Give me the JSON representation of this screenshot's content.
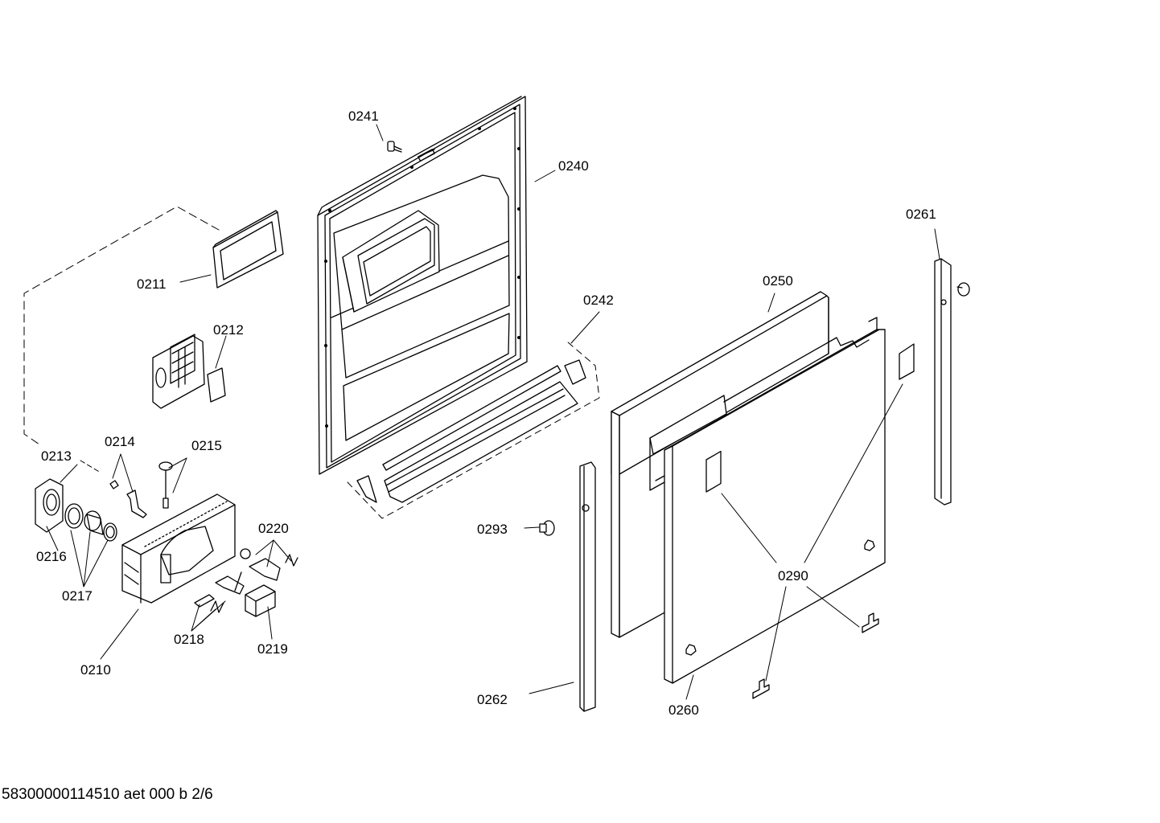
{
  "labels": {
    "p0210": "0210",
    "p0211": "0211",
    "p0212": "0212",
    "p0213": "0213",
    "p0214": "0214",
    "p0215": "0215",
    "p0216": "0216",
    "p0217": "0217",
    "p0218": "0218",
    "p0219": "0219",
    "p0220": "0220",
    "p0240": "0240",
    "p0241": "0241",
    "p0242": "0242",
    "p0250": "0250",
    "p0260": "0260",
    "p0261": "0261",
    "p0262": "0262",
    "p0290": "0290",
    "p0293": "0293"
  },
  "footer": "58300000114510 aet 000 b 2/6"
}
